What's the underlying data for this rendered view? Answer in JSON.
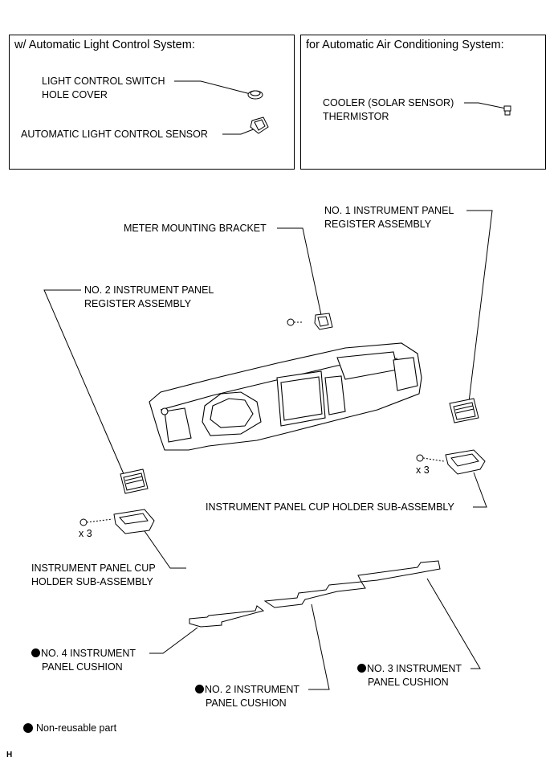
{
  "inset_left": {
    "title": "w/ Automatic Light Control System:",
    "part1_line1": "LIGHT CONTROL SWITCH",
    "part1_line2": "HOLE COVER",
    "part2": "AUTOMATIC LIGHT CONTROL SENSOR"
  },
  "inset_right": {
    "title": "for Automatic Air Conditioning System:",
    "part1_line1": "COOLER (SOLAR SENSOR)",
    "part1_line2": "THERMISTOR"
  },
  "main": {
    "meter_bracket": "METER MOUNTING BRACKET",
    "reg1_line1": "NO. 1 INSTRUMENT PANEL",
    "reg1_line2": "REGISTER ASSEMBLY",
    "reg2_line1": "NO. 2 INSTRUMENT PANEL",
    "reg2_line2": "REGISTER ASSEMBLY",
    "qty_right": "x 3",
    "qty_left": "x 3",
    "cup_right": "INSTRUMENT PANEL CUP HOLDER SUB-ASSEMBLY",
    "cup_left_line1": "INSTRUMENT PANEL CUP",
    "cup_left_line2": "HOLDER SUB-ASSEMBLY",
    "cush4_line1": "NO. 4 INSTRUMENT",
    "cush4_line2": "PANEL CUSHION",
    "cush3_line1": "NO. 3 INSTRUMENT",
    "cush3_line2": "PANEL CUSHION",
    "cush2_line1": "NO. 2 INSTRUMENT",
    "cush2_line2": "PANEL CUSHION"
  },
  "legend": {
    "text": "Non-reusable part"
  },
  "footer_code": "H"
}
